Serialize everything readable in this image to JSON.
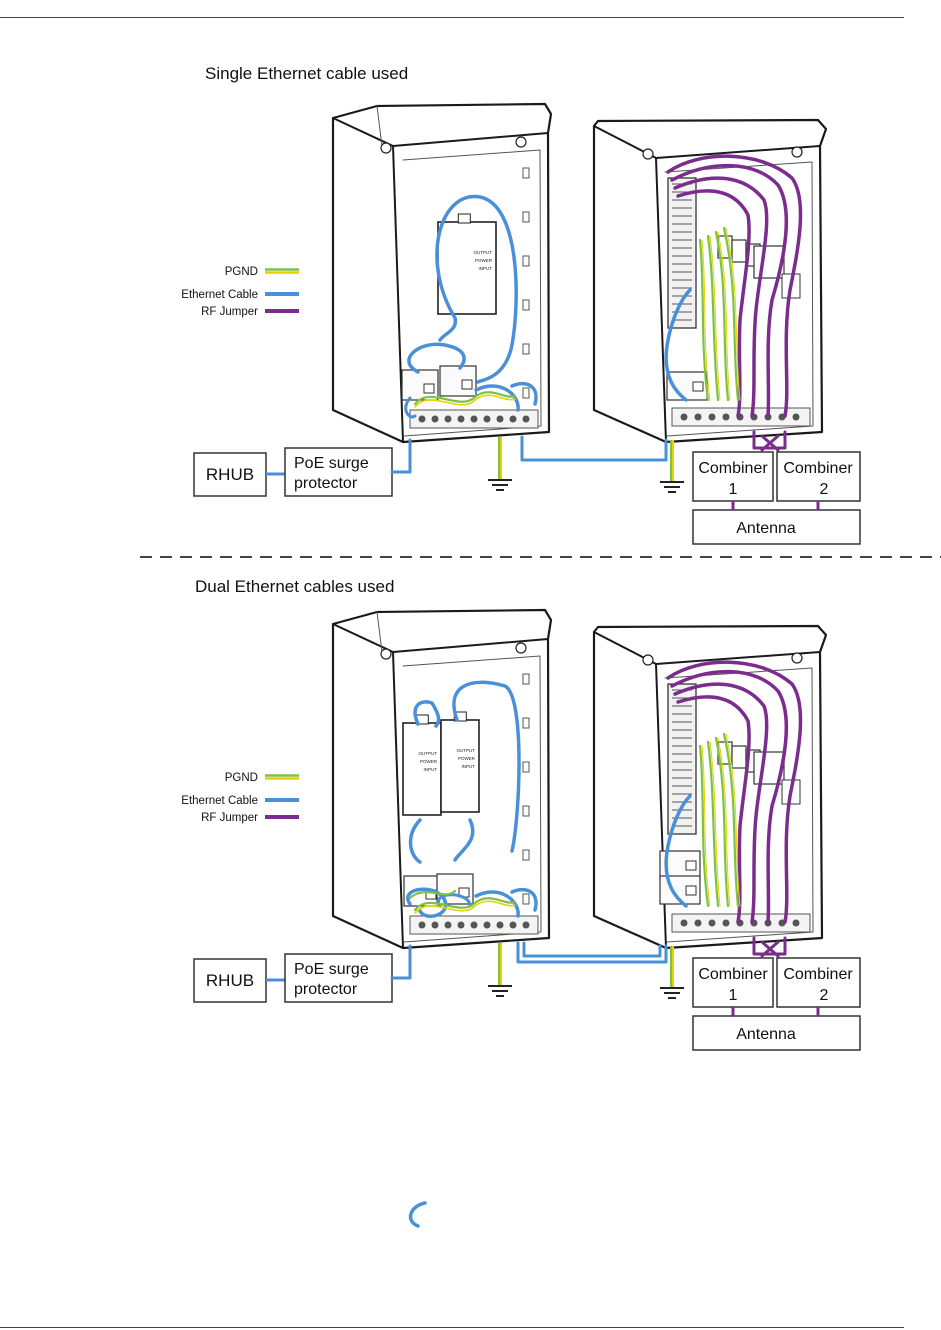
{
  "sections": [
    {
      "title": "Single Ethernet cable used",
      "legend": [
        {
          "label": "PGND",
          "color_a": "#7dc242",
          "color_b": "#e6d200"
        },
        {
          "label": "Ethernet Cable",
          "color_a": "#4a90d9"
        },
        {
          "label": "RF Jumper",
          "color_a": "#7b2d8e"
        }
      ],
      "rhub": "RHUB",
      "poe_line1": "PoE surge",
      "poe_line2": "protector",
      "combiner1_line1": "Combiner",
      "combiner1_line2": "1",
      "combiner2_line1": "Combiner",
      "combiner2_line2": "2",
      "antenna": "Antenna",
      "module_labels": [
        "OUTPUT",
        "POWER",
        "INPUT"
      ]
    },
    {
      "title": "Dual Ethernet cables used",
      "legend": [
        {
          "label": "PGND",
          "color_a": "#7dc242",
          "color_b": "#e6d200"
        },
        {
          "label": "Ethernet Cable",
          "color_a": "#4a90d9"
        },
        {
          "label": "RF Jumper",
          "color_a": "#7b2d8e"
        }
      ],
      "rhub": "RHUB",
      "poe_line1": "PoE surge",
      "poe_line2": "protector",
      "combiner1_line1": "Combiner",
      "combiner1_line2": "1",
      "combiner2_line1": "Combiner",
      "combiner2_line2": "2",
      "antenna": "Antenna",
      "module_labels": [
        "OUTPUT",
        "POWER",
        "INPUT"
      ]
    }
  ],
  "colors": {
    "ethernet": "#4a90d9",
    "pgnd_green": "#7dc242",
    "pgnd_yellow": "#e6d200",
    "rf": "#7b2d8e",
    "outline": "#1a1a1a"
  }
}
